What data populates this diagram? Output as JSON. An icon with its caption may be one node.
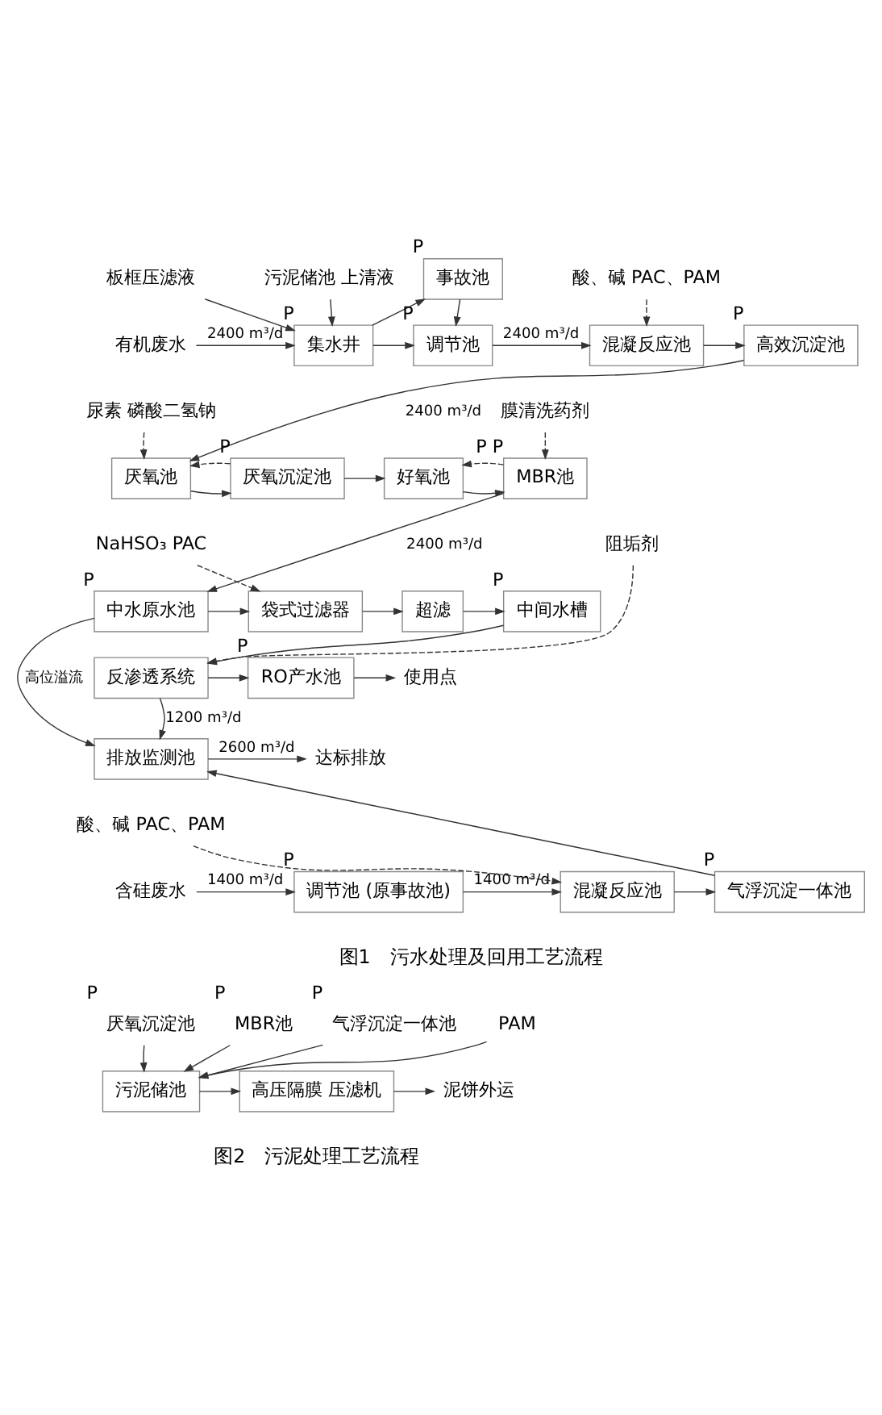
{
  "diagram": {
    "nodes": [
      {
        "text": [
          "板框压滤液"
        ]
      },
      {
        "text": [
          "污泥储池 上清液"
        ]
      },
      {
        "text": [
          "有机废水"
        ]
      },
      {
        "text": [
          "集水井"
        ],
        "beside": [
          "P"
        ]
      },
      {
        "text": [
          "事故池"
        ],
        "beside": [
          "P"
        ]
      },
      {
        "text": [
          "调节池"
        ],
        "beside": [
          "P"
        ]
      },
      {
        "text": [
          "酸、碱 PAC、PAM"
        ]
      },
      {
        "text": [
          "混凝反应池"
        ]
      },
      {
        "text": [
          "高效沉淀池"
        ],
        "beside": [
          "P"
        ]
      },
      {
        "text": [
          "尿素 磷酸二氢钠"
        ]
      },
      {
        "text": [
          "厌氧池"
        ]
      },
      {
        "text": [
          "厌氧沉淀池"
        ],
        "beside": [
          "P"
        ]
      },
      {
        "text": [
          "好氧池"
        ]
      },
      {
        "text": [
          "膜清洗药剂"
        ]
      },
      {
        "text": [
          "MBR池"
        ],
        "beside": [
          "P",
          "P"
        ]
      },
      {
        "text": [
          "中水原水池"
        ],
        "beside": [
          "P"
        ]
      },
      {
        "text": [
          "NaHSO₃ PAC"
        ]
      },
      {
        "text": [
          "袋式过滤器"
        ]
      },
      {
        "text": [
          "超滤"
        ]
      },
      {
        "text": [
          "中间水槽"
        ],
        "beside": [
          "P"
        ]
      },
      {
        "text": [
          "阻垢剂"
        ]
      },
      {
        "text": [
          "反渗透系统"
        ]
      },
      {
        "text": [
          "RO产水池"
        ],
        "beside": [
          "P"
        ]
      },
      {
        "text": [
          "使用点"
        ]
      },
      {
        "text": [
          "排放监测池"
        ]
      },
      {
        "text": [
          "达标排放"
        ]
      },
      {
        "text": [
          "含硅废水"
        ]
      },
      {
        "text": [
          "调节池 (原事故池)"
        ],
        "beside": [
          "P"
        ]
      },
      {
        "text": [
          "酸、碱 PAC、PAM"
        ]
      },
      {
        "text": [
          "混凝反应池"
        ]
      },
      {
        "text": [
          "气浮沉淀一体池"
        ],
        "beside": [
          "P"
        ]
      },
      {
        "text": [
          "厌氧沉淀池"
        ],
        "beside": [
          "P"
        ]
      },
      {
        "text": [
          "MBR池"
        ],
        "beside": [
          "P"
        ]
      },
      {
        "text": [
          "气浮沉淀一体池"
        ],
        "beside": [
          "P"
        ]
      },
      {
        "text": [
          "PAM"
        ]
      },
      {
        "text": [
          "污泥储池"
        ]
      },
      {
        "text": [
          "高压隔膜 压滤机"
        ]
      },
      {
        "text": [
          "泥饼外运"
        ]
      }
    ],
    "edges": [
      {
        "from": 0,
        "to": 3,
        "arrow": "to"
      },
      {
        "from": 1,
        "to": 3,
        "arrow": "to"
      },
      {
        "from": 2,
        "to": 3,
        "arrow": "to",
        "label": "2400 m³/d"
      },
      {
        "from": 3,
        "to": 4,
        "arrow": "to"
      },
      {
        "from": 3,
        "to": 5,
        "arrow": "to"
      },
      {
        "from": 4,
        "to": 5,
        "arrow": "to"
      },
      {
        "from": 5,
        "to": 7,
        "arrow": "to",
        "label": "2400 m³/d"
      },
      {
        "from": 6,
        "to": 7,
        "arrow": "to",
        "style": "dashed"
      },
      {
        "from": 7,
        "to": 8,
        "arrow": "to"
      },
      {
        "from": 8,
        "to": 10,
        "arrow": "to",
        "label": "2400 m³/d"
      },
      {
        "from": 9,
        "to": 10,
        "arrow": "to",
        "style": "dashed"
      },
      {
        "from": 10,
        "to": 11,
        "arrow": "to"
      },
      {
        "from": 11,
        "to": 10,
        "arrow": "to",
        "style": "dashed"
      },
      {
        "from": 11,
        "to": 12,
        "arrow": "to"
      },
      {
        "from": 12,
        "to": 14,
        "arrow": "to"
      },
      {
        "from": 14,
        "to": 12,
        "arrow": "to",
        "style": "dashed"
      },
      {
        "from": 13,
        "to": 14,
        "arrow": "to",
        "style": "dashed"
      },
      {
        "from": 14,
        "to": 15,
        "arrow": "to",
        "label": "2400 m³/d"
      },
      {
        "from": 15,
        "to": 24,
        "arrow": "to",
        "label": "高位溢流"
      },
      {
        "from": 15,
        "to": 17,
        "arrow": "to"
      },
      {
        "from": 16,
        "to": 17,
        "arrow": "to",
        "style": "dashed"
      },
      {
        "from": 17,
        "to": 18,
        "arrow": "to"
      },
      {
        "from": 18,
        "to": 19,
        "arrow": "to"
      },
      {
        "from": 20,
        "to": 21,
        "arrow": "to",
        "style": "dashed"
      },
      {
        "from": 19,
        "to": 21,
        "arrow": "to"
      },
      {
        "from": 21,
        "to": 22,
        "arrow": "to"
      },
      {
        "from": 22,
        "to": 23,
        "arrow": "to"
      },
      {
        "from": 21,
        "to": 24,
        "arrow": "to",
        "label": "1200 m³/d"
      },
      {
        "from": 24,
        "to": 25,
        "arrow": "to",
        "label": "2600 m³/d"
      },
      {
        "from": 26,
        "to": 27,
        "arrow": "to",
        "label": "1400 m³/d"
      },
      {
        "from": 27,
        "to": 29,
        "arrow": "to",
        "label": "1400 m³/d"
      },
      {
        "from": 28,
        "to": 29,
        "arrow": "to",
        "style": "dashed"
      },
      {
        "from": 29,
        "to": 30,
        "arrow": "to"
      },
      {
        "from": 30,
        "to": 24,
        "arrow": "to"
      },
      {
        "from": 31,
        "to": 35,
        "arrow": "to"
      },
      {
        "from": 32,
        "to": 35,
        "arrow": "to"
      },
      {
        "from": 33,
        "to": 35,
        "arrow": "to"
      },
      {
        "from": 34,
        "to": 35,
        "arrow": "to"
      },
      {
        "from": 35,
        "to": 36,
        "arrow": "to"
      },
      {
        "from": 36,
        "to": 37,
        "arrow": "to"
      }
    ],
    "labels": [
      "图1　污水处理及回用工艺流程",
      "图2　污泥处理工艺流程"
    ]
  }
}
